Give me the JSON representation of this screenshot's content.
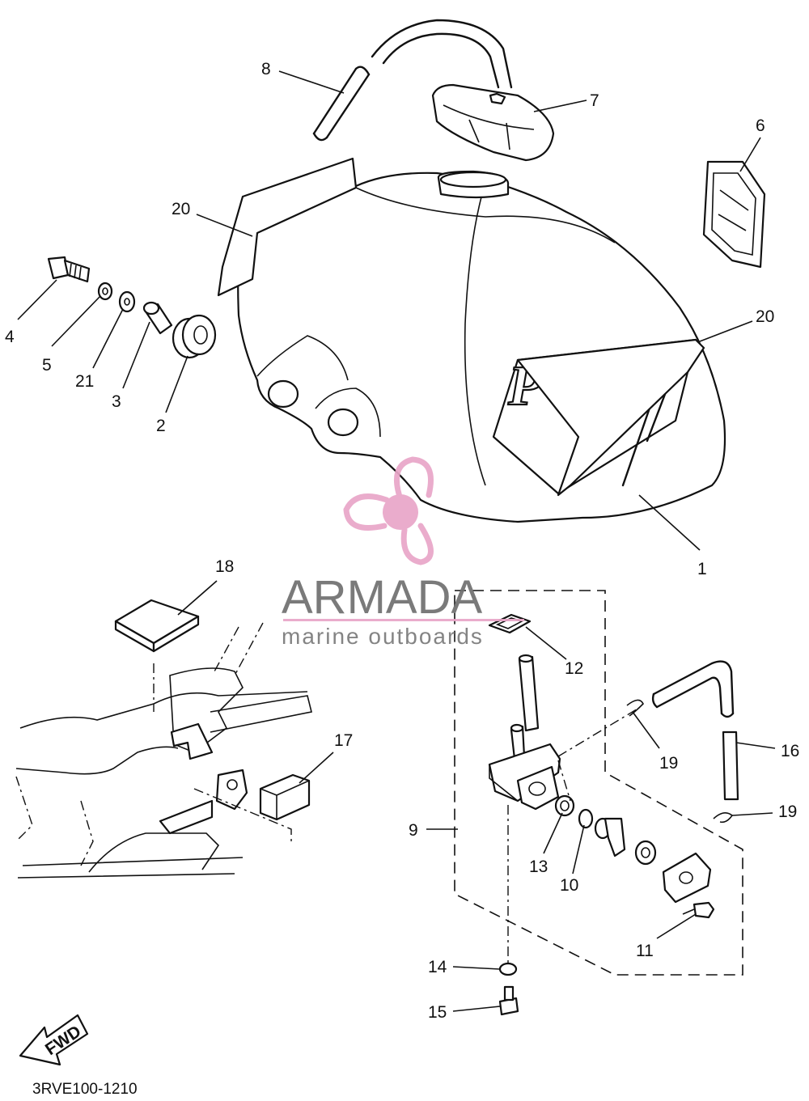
{
  "diagram": {
    "diagram_code": "3RVE100-1210",
    "fwd_label": "FWD",
    "tank_logo_text": "PW",
    "callouts": [
      {
        "id": "c1",
        "label": "1"
      },
      {
        "id": "c2",
        "label": "2"
      },
      {
        "id": "c3",
        "label": "3"
      },
      {
        "id": "c4",
        "label": "4"
      },
      {
        "id": "c5",
        "label": "5"
      },
      {
        "id": "c6",
        "label": "6"
      },
      {
        "id": "c7",
        "label": "7"
      },
      {
        "id": "c8",
        "label": "8"
      },
      {
        "id": "c9",
        "label": "9"
      },
      {
        "id": "c10",
        "label": "10"
      },
      {
        "id": "c11",
        "label": "11"
      },
      {
        "id": "c12",
        "label": "12"
      },
      {
        "id": "c13",
        "label": "13"
      },
      {
        "id": "c14",
        "label": "14"
      },
      {
        "id": "c15",
        "label": "15"
      },
      {
        "id": "c16",
        "label": "16"
      },
      {
        "id": "c17",
        "label": "17"
      },
      {
        "id": "c18",
        "label": "18"
      },
      {
        "id": "c19a",
        "label": "19"
      },
      {
        "id": "c19b",
        "label": "19"
      },
      {
        "id": "c20a",
        "label": "20"
      },
      {
        "id": "c20b",
        "label": "20"
      },
      {
        "id": "c21",
        "label": "21"
      }
    ]
  },
  "watermark": {
    "brand": "ARMADA",
    "tagline": "marine outboards",
    "color": "#e9a6c8"
  }
}
